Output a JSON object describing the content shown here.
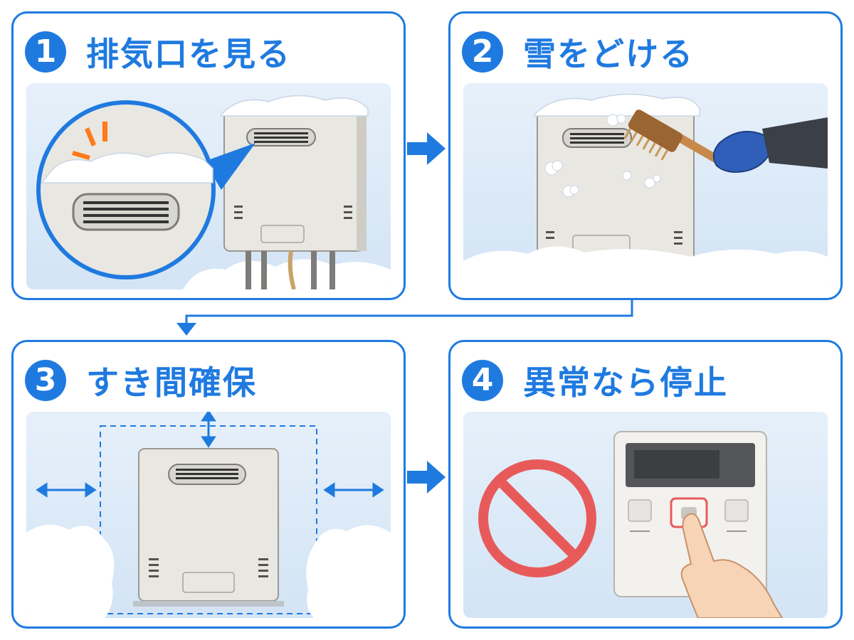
{
  "steps": [
    {
      "number": "1",
      "title": "排気口を見る"
    },
    {
      "number": "2",
      "title": "雪をどける"
    },
    {
      "number": "3",
      "title": "すき間確保"
    },
    {
      "number": "4",
      "title": "異常なら停止"
    }
  ],
  "colors": {
    "accent": "#1f7ae0",
    "scene_bg": "#dceaf8",
    "unit_body": "#e8e6e1",
    "warning_red": "#e85a5a",
    "alert_orange": "#ff7a1a",
    "glove_blue": "#2f5fb8"
  },
  "icons": {
    "connector_arrows": "arrow-right-icon",
    "prohibition": "prohibition-icon",
    "spacing": "double-arrow-icon"
  }
}
